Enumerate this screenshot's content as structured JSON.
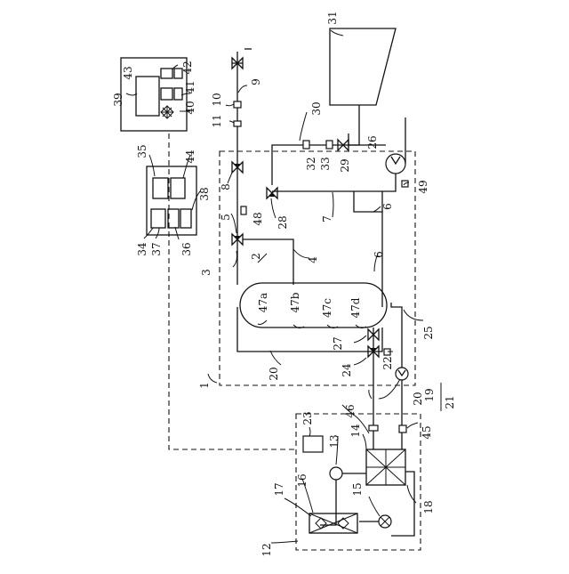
{
  "diagram": {
    "labels": {
      "n1": "1",
      "n2": "2",
      "n3": "3",
      "n4": "4",
      "n5": "5",
      "n6a": "6",
      "n6b": "6",
      "n7": "7",
      "n8": "8",
      "n9": "9",
      "n10": "10",
      "n11": "11",
      "n12": "12",
      "n13": "13",
      "n14": "14",
      "n15": "15",
      "n16": "16",
      "n17": "17",
      "n18": "18",
      "n19": "19",
      "n20a": "20",
      "n20b": "20",
      "n21": "21",
      "n22": "22",
      "n23": "23",
      "n24": "24",
      "n25": "25",
      "n26": "26",
      "n27": "27",
      "n28": "28",
      "n29": "29",
      "n30": "30",
      "n31": "31",
      "n32": "32",
      "n33": "33",
      "n34": "34",
      "n35": "35",
      "n36": "36",
      "n37": "37",
      "n38": "38",
      "n39": "39",
      "n40": "40",
      "n41": "41",
      "n42": "42",
      "n43": "43",
      "n44": "44",
      "n45": "45",
      "n46": "46",
      "n47a": "47a",
      "n47b": "47b",
      "n47c": "47c",
      "n47d": "47d",
      "n48": "48",
      "n49": "49"
    }
  }
}
